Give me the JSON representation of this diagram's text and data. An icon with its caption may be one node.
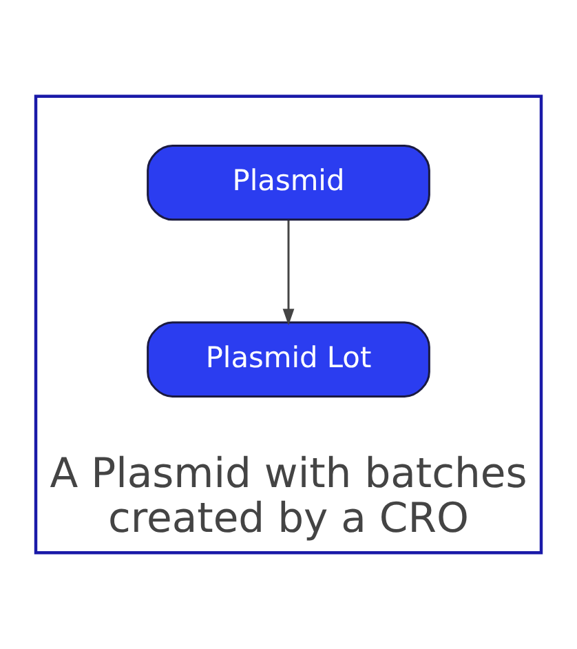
{
  "diagram": {
    "nodes": [
      {
        "text": [
          "A Plasmid with batches created by a CRO"
        ]
      },
      {
        "text": [
          "Plasmid"
        ],
        "in": 0
      },
      {
        "text": [
          "Plasmid Lot"
        ],
        "in": 0
      }
    ],
    "edges": [
      {
        "from": 1,
        "to": 2,
        "arrow": "to"
      }
    ]
  }
}
